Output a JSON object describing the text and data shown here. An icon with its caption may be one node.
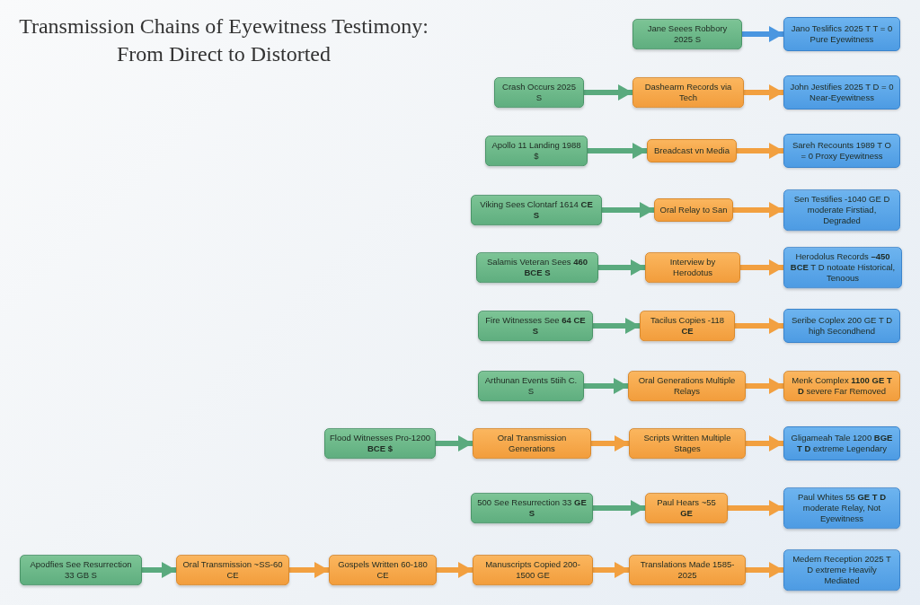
{
  "diagram": {
    "title": "Transmission Chains of Eyewitness Testimony: From Direct to Distorted",
    "nodes": [
      {
        "text": [
          "Jane Seees Robbory 2025 S"
        ]
      },
      {
        "text": [
          "Jano Teslifics 2025 T T = 0 Pure Eyewitness"
        ]
      },
      {
        "text": [
          "Crash Occurs 2025 S"
        ]
      },
      {
        "text": [
          "Dashearm Records via Tech"
        ]
      },
      {
        "text": [
          "John Jestifies 2025 T D = 0 Near-Eyewitness"
        ]
      },
      {
        "text": [
          "Apollo 11 Landing 1988 $"
        ]
      },
      {
        "text": [
          "Breadcast vn Media"
        ]
      },
      {
        "text": [
          "Sareh Recounts 1989 T O = 0 Proxy Eyewitness"
        ]
      },
      {
        "text": [
          "Viking Sees Clontarf 1614 **CE S**"
        ]
      },
      {
        "text": [
          "Oral Relay to San"
        ]
      },
      {
        "text": [
          "Sen Testifies -1040 GE D moderate Firstiad, Degraded"
        ]
      },
      {
        "text": [
          "Salamis Veteran Sees **460 BCE S**"
        ]
      },
      {
        "text": [
          "Interview by Herodotus"
        ]
      },
      {
        "text": [
          "Herodolus Records **–450 BCE** T D notoate Historical, Tenoous"
        ]
      },
      {
        "text": [
          "Fire Witnesses See **64 CE S**"
        ]
      },
      {
        "text": [
          "Tacilus Copies -118 **CE**"
        ]
      },
      {
        "text": [
          "Seribe Coplex 200 GE T D high Secondhend"
        ]
      },
      {
        "text": [
          "Arthunan Events 5tiih C. S"
        ]
      },
      {
        "text": [
          "Oral Generations Multiple Relays"
        ]
      },
      {
        "text": [
          "Menk Complex **1100 GE T D** severe Far Removed"
        ]
      },
      {
        "text": [
          "Flood Witnesses Pro-1200 **BCE $**"
        ]
      },
      {
        "text": [
          "Oral Transmission Generations"
        ]
      },
      {
        "text": [
          "Scripts Written Multiple Stages"
        ]
      },
      {
        "text": [
          "Gligameah Tale 1200 **BGE T D** extreme Legendary"
        ]
      },
      {
        "text": [
          "500 See Resurrection 33 **GE S**"
        ]
      },
      {
        "text": [
          "Paul Hears ~55 **GE**"
        ]
      },
      {
        "text": [
          "Paul Whites 55 **GE T D** moderate Relay, Not Eyewitness"
        ]
      },
      {
        "text": [
          "Apodfies See Resurrection 33 GB S"
        ]
      },
      {
        "text": [
          "Oral Transmission ~SS-60 CE"
        ]
      },
      {
        "text": [
          "Gospels Written 60-180 CE"
        ]
      },
      {
        "text": [
          "Manuscripts Copied 200-1500 GE"
        ]
      },
      {
        "text": [
          "Translations Made 1585-2025"
        ]
      },
      {
        "text": [
          "Medern Reception 2025 T D extreme Heavily Mediated"
        ]
      }
    ],
    "edges": [
      {
        "from": 0,
        "to": 1,
        "arrow": "to",
        "color": "#4a96e0"
      },
      {
        "from": 2,
        "to": 3,
        "arrow": "to",
        "color": "#5aaa7e"
      },
      {
        "from": 3,
        "to": 4,
        "arrow": "to"
      },
      {
        "from": 5,
        "to": 6,
        "arrow": "to",
        "color": "#5aaa7e"
      },
      {
        "from": 6,
        "to": 7,
        "arrow": "to"
      },
      {
        "from": 8,
        "to": 9,
        "arrow": "to",
        "color": "#5aaa7e"
      },
      {
        "from": 9,
        "to": 10,
        "arrow": "to"
      },
      {
        "from": 11,
        "to": 12,
        "arrow": "to",
        "color": "#5aaa7e"
      },
      {
        "from": 12,
        "to": 13,
        "arrow": "to"
      },
      {
        "from": 14,
        "to": 15,
        "arrow": "to",
        "color": "#5aaa7e"
      },
      {
        "from": 15,
        "to": 16,
        "arrow": "to"
      },
      {
        "from": 17,
        "to": 18,
        "arrow": "to",
        "color": "#5aaa7e"
      },
      {
        "from": 18,
        "to": 19,
        "arrow": "to"
      },
      {
        "from": 20,
        "to": 21,
        "arrow": "to",
        "color": "#5aaa7e"
      },
      {
        "from": 21,
        "to": 22,
        "arrow": "to"
      },
      {
        "from": 22,
        "to": 23,
        "arrow": "to"
      },
      {
        "from": 24,
        "to": 25,
        "arrow": "to",
        "color": "#5aaa7e"
      },
      {
        "from": 25,
        "to": 26,
        "arrow": "to"
      },
      {
        "from": 27,
        "to": 28,
        "arrow": "to",
        "color": "#5aaa7e"
      },
      {
        "from": 28,
        "to": 29,
        "arrow": "to"
      },
      {
        "from": 29,
        "to": 30,
        "arrow": "to"
      },
      {
        "from": 30,
        "to": 31,
        "arrow": "to"
      },
      {
        "from": 31,
        "to": 32,
        "arrow": "to"
      }
    ]
  }
}
